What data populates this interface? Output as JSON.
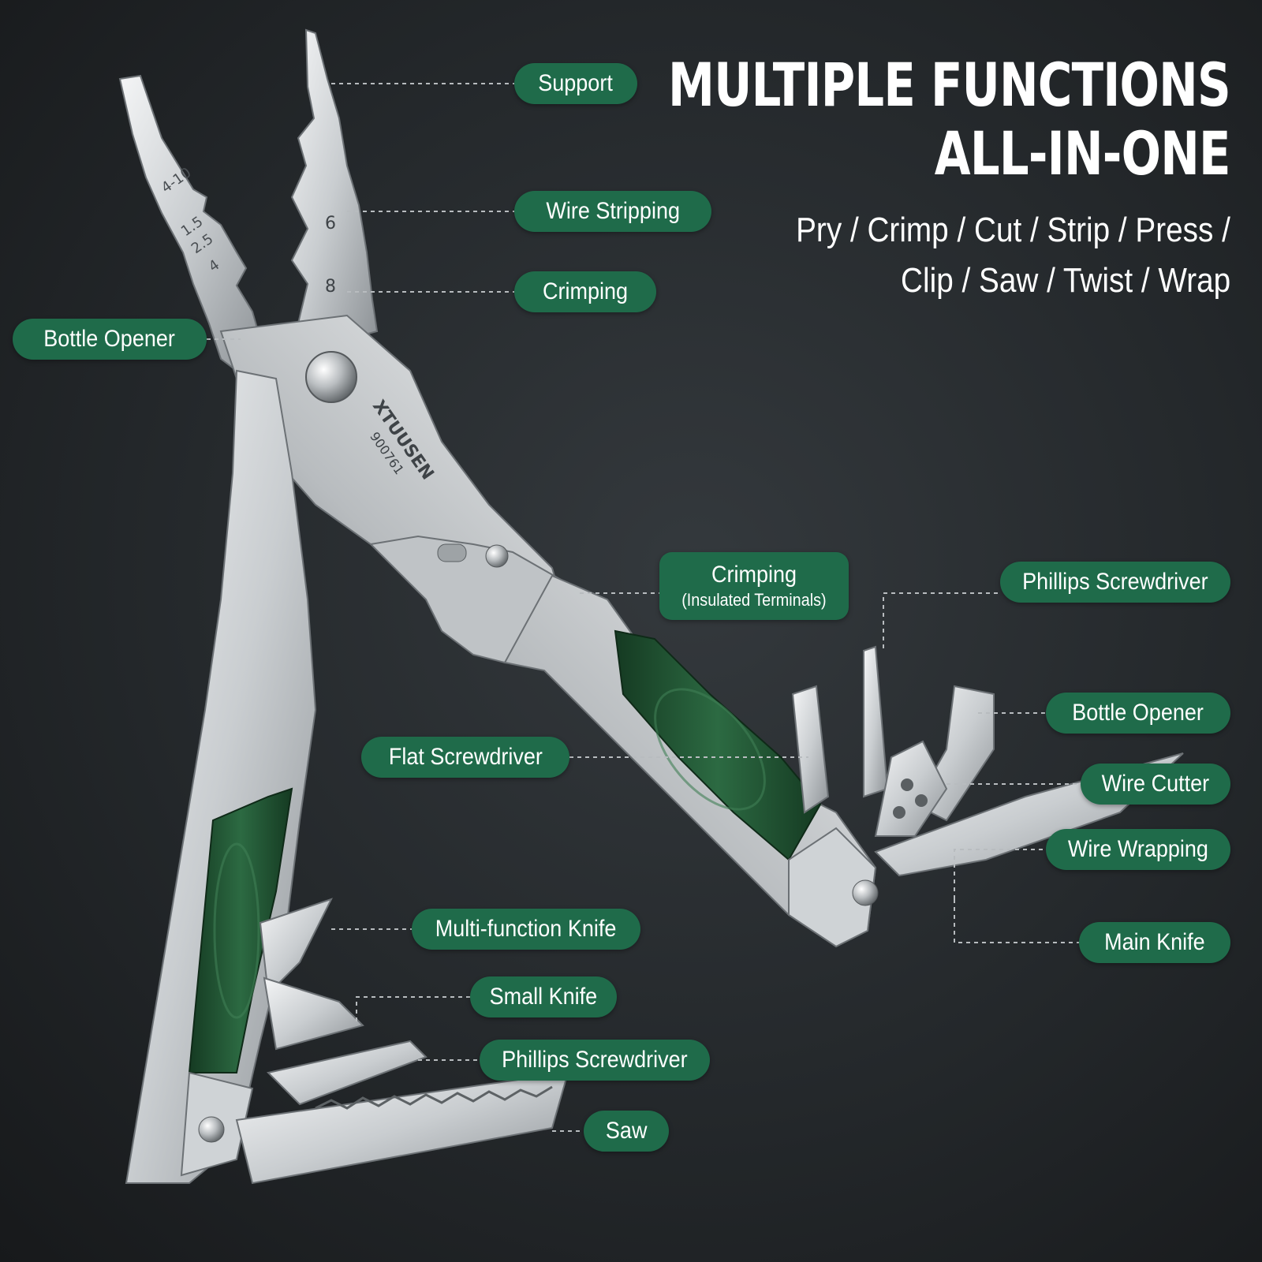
{
  "headline": {
    "line1": "MULTIPLE FUNCTIONS",
    "line2": "ALL-IN-ONE"
  },
  "subheadline": {
    "line1": "Pry / Crimp / Cut / Strip / Press /",
    "line2": "Clip / Saw / Twist / Wrap"
  },
  "brand": {
    "name": "XTUUSEN",
    "model": "900761"
  },
  "jaw_markings": [
    "4-10",
    "1.5",
    "2.5",
    "4",
    "6",
    "8"
  ],
  "colors": {
    "label_background": "#1f6b4a",
    "handle_green": "#1e4a2e",
    "steel": "#d9dcde",
    "headline_text": "#ffffff"
  },
  "callouts": [
    {
      "id": "support",
      "label": "Support"
    },
    {
      "id": "wire-stripping",
      "label": "Wire Stripping"
    },
    {
      "id": "crimping-top",
      "label": "Crimping"
    },
    {
      "id": "bottle-opener-left",
      "label": "Bottle Opener"
    },
    {
      "id": "crimping-insulated",
      "label": "Crimping",
      "sublabel": "(Insulated Terminals)"
    },
    {
      "id": "phillips-right",
      "label": "Phillips Screwdriver"
    },
    {
      "id": "bottle-opener-right",
      "label": "Bottle Opener"
    },
    {
      "id": "flat-screwdriver",
      "label": "Flat Screwdriver"
    },
    {
      "id": "wire-cutter",
      "label": "Wire Cutter"
    },
    {
      "id": "wire-wrapping",
      "label": "Wire Wrapping"
    },
    {
      "id": "main-knife",
      "label": "Main Knife"
    },
    {
      "id": "multi-function-knife",
      "label": "Multi-function Knife"
    },
    {
      "id": "small-knife",
      "label": "Small Knife"
    },
    {
      "id": "phillips-left",
      "label": "Phillips Screwdriver"
    },
    {
      "id": "saw",
      "label": "Saw"
    }
  ]
}
